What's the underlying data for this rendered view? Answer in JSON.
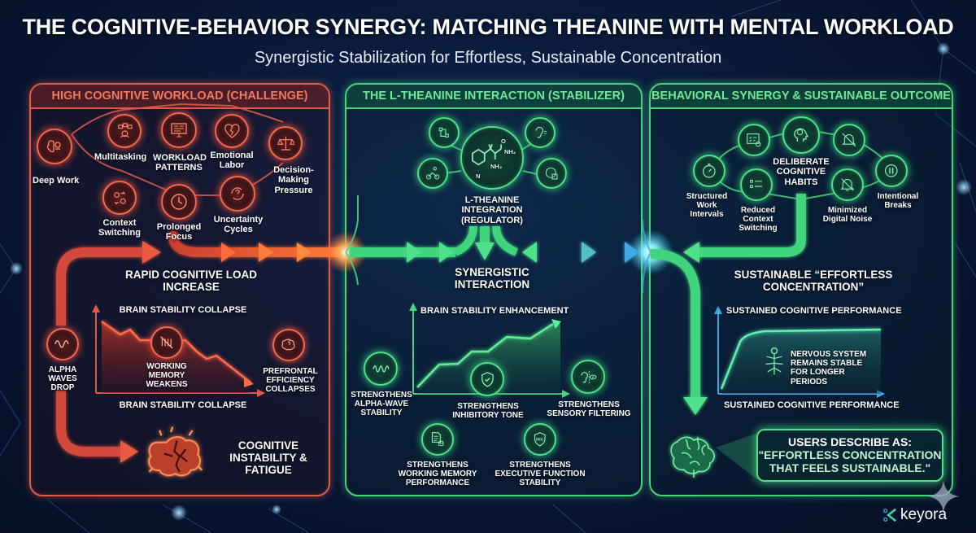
{
  "header": {
    "title": "THE COGNITIVE-BEHAVIOR SYNERGY: MATCHING THEANINE WITH MENTAL WORKLOAD",
    "subtitle": "Synergistic Stabilization for Effortless, Sustainable Concentration"
  },
  "colors": {
    "challenge": "#e05a48",
    "stabilizer": "#46d57c",
    "outcome": "#46d57c",
    "flow_blue": "#3fa8e0",
    "background": "#0a1a3a"
  },
  "panel_challenge": {
    "heading": "HIGH COGNITIVE WORKLOAD (CHALLENGE)",
    "hub_label": "WORKLOAD PATTERNS",
    "hub_icon": "monitor-dashboard-icon",
    "nodes": [
      {
        "label": "Deep Work",
        "icon": "brain-gear-icon"
      },
      {
        "label": "Multitasking",
        "icon": "juggling-tasks-icon"
      },
      {
        "label": "Emotional Labor",
        "icon": "broken-heart-icon"
      },
      {
        "label": "Decision-Making Pressure",
        "icon": "scales-icon"
      },
      {
        "label": "Context Switching",
        "icon": "swap-users-icon"
      },
      {
        "label": "Prolonged Focus",
        "icon": "clock-icon"
      },
      {
        "label": "Uncertainty Cycles",
        "icon": "question-cycle-icon"
      }
    ],
    "flow_label": "RAPID COGNITIVE LOAD INCREASE",
    "chart_title": "BRAIN STABILITY COLLAPSE",
    "chart_xlabel": "BRAIN STABILITY COLLAPSE",
    "side_left": {
      "label": "ALPHA WAVES DROP",
      "icon": "wave-icon"
    },
    "chart_center": {
      "label": "WORKING MEMORY WEAKENS",
      "icon": "memory-blocked-icon"
    },
    "side_right": {
      "label": "PREFRONTAL EFFICIENCY COLLAPSES",
      "icon": "cracked-brain-icon"
    },
    "outcome": "COGNITIVE INSTABILITY & FATIGUE",
    "outcome_icon": "fractured-brain-icon"
  },
  "panel_stabilizer": {
    "heading": "THE L-THEANINE INTERACTION (STABILIZER)",
    "hub_label": "L-THEANINE INTEGRATION (REGULATOR)",
    "hub_icon": "molecule-structure-icon",
    "molecule_labels": [
      "N",
      "NH₂",
      "NH₂",
      "O"
    ],
    "satellite_icons": [
      "neuron-network-icon",
      "ear-filter-icon",
      "cycling-activity-icon",
      "brain-chip-icon"
    ],
    "flow_label": "SYNERGISTIC INTERACTION",
    "chart_title": "BRAIN STABILITY ENHANCEMENT",
    "benefits": [
      {
        "label": "STRENGTHENS ALPHA-WAVE STABILITY",
        "icon": "sine-wave-icon"
      },
      {
        "label": "STRENGTHENS INHIBITORY TONE",
        "icon": "shield-check-icon"
      },
      {
        "label": "STRENGTHENS SENSORY FILTERING",
        "icon": "ear-eye-icon"
      },
      {
        "label": "STRENGTHENS WORKING MEMORY PERFORMANCE",
        "icon": "document-database-icon"
      },
      {
        "label": "STRENGTHENS EXECUTIVE FUNCTION STABILITY",
        "icon": "pfc-shield-icon",
        "badge": "PFC"
      }
    ]
  },
  "panel_outcome": {
    "heading": "BEHAVIORAL SYNERGY & SUSTAINABLE OUTCOME",
    "hub_label": "DELIBERATE COGNITIVE HABITS",
    "hub_icon": "head-clock-icon",
    "nodes": [
      {
        "label": "Structured Work Intervals",
        "icon": "stopwatch-icon"
      },
      {
        "label": "Reduced Context Switching",
        "icon": "checklist-icon"
      },
      {
        "label": "Minimized Digital Noise",
        "icon": "bell-off-icon"
      },
      {
        "label": "Intentional Breaks",
        "icon": "pause-icon"
      }
    ],
    "extra_icons": [
      "calendar-search-icon",
      "notification-muted-icon"
    ],
    "flow_label": "SUSTAINABLE “EFFORTLESS CONCENTRATION”",
    "chart_title": "SUSTAINED COGNITIVE PERFORMANCE",
    "chart_xlabel": "SUSTAINED COGNITIVE PERFORMANCE",
    "chart_note": "NERVOUS SYSTEM REMAINS STABLE FOR LONGER PERIODS",
    "chart_note_icon": "neuron-tree-icon",
    "quote_intro": "USERS DESCRIBE AS:",
    "quote_text": "\"EFFORTLESS CONCENTRATION THAT FEELS SUSTAINABLE.\"",
    "outcome_icon": "glowing-brain-icon"
  },
  "brand": {
    "name": "keyora",
    "icon": "keyora-k-icon",
    "watermark_icon": "sparkle-star-icon"
  }
}
